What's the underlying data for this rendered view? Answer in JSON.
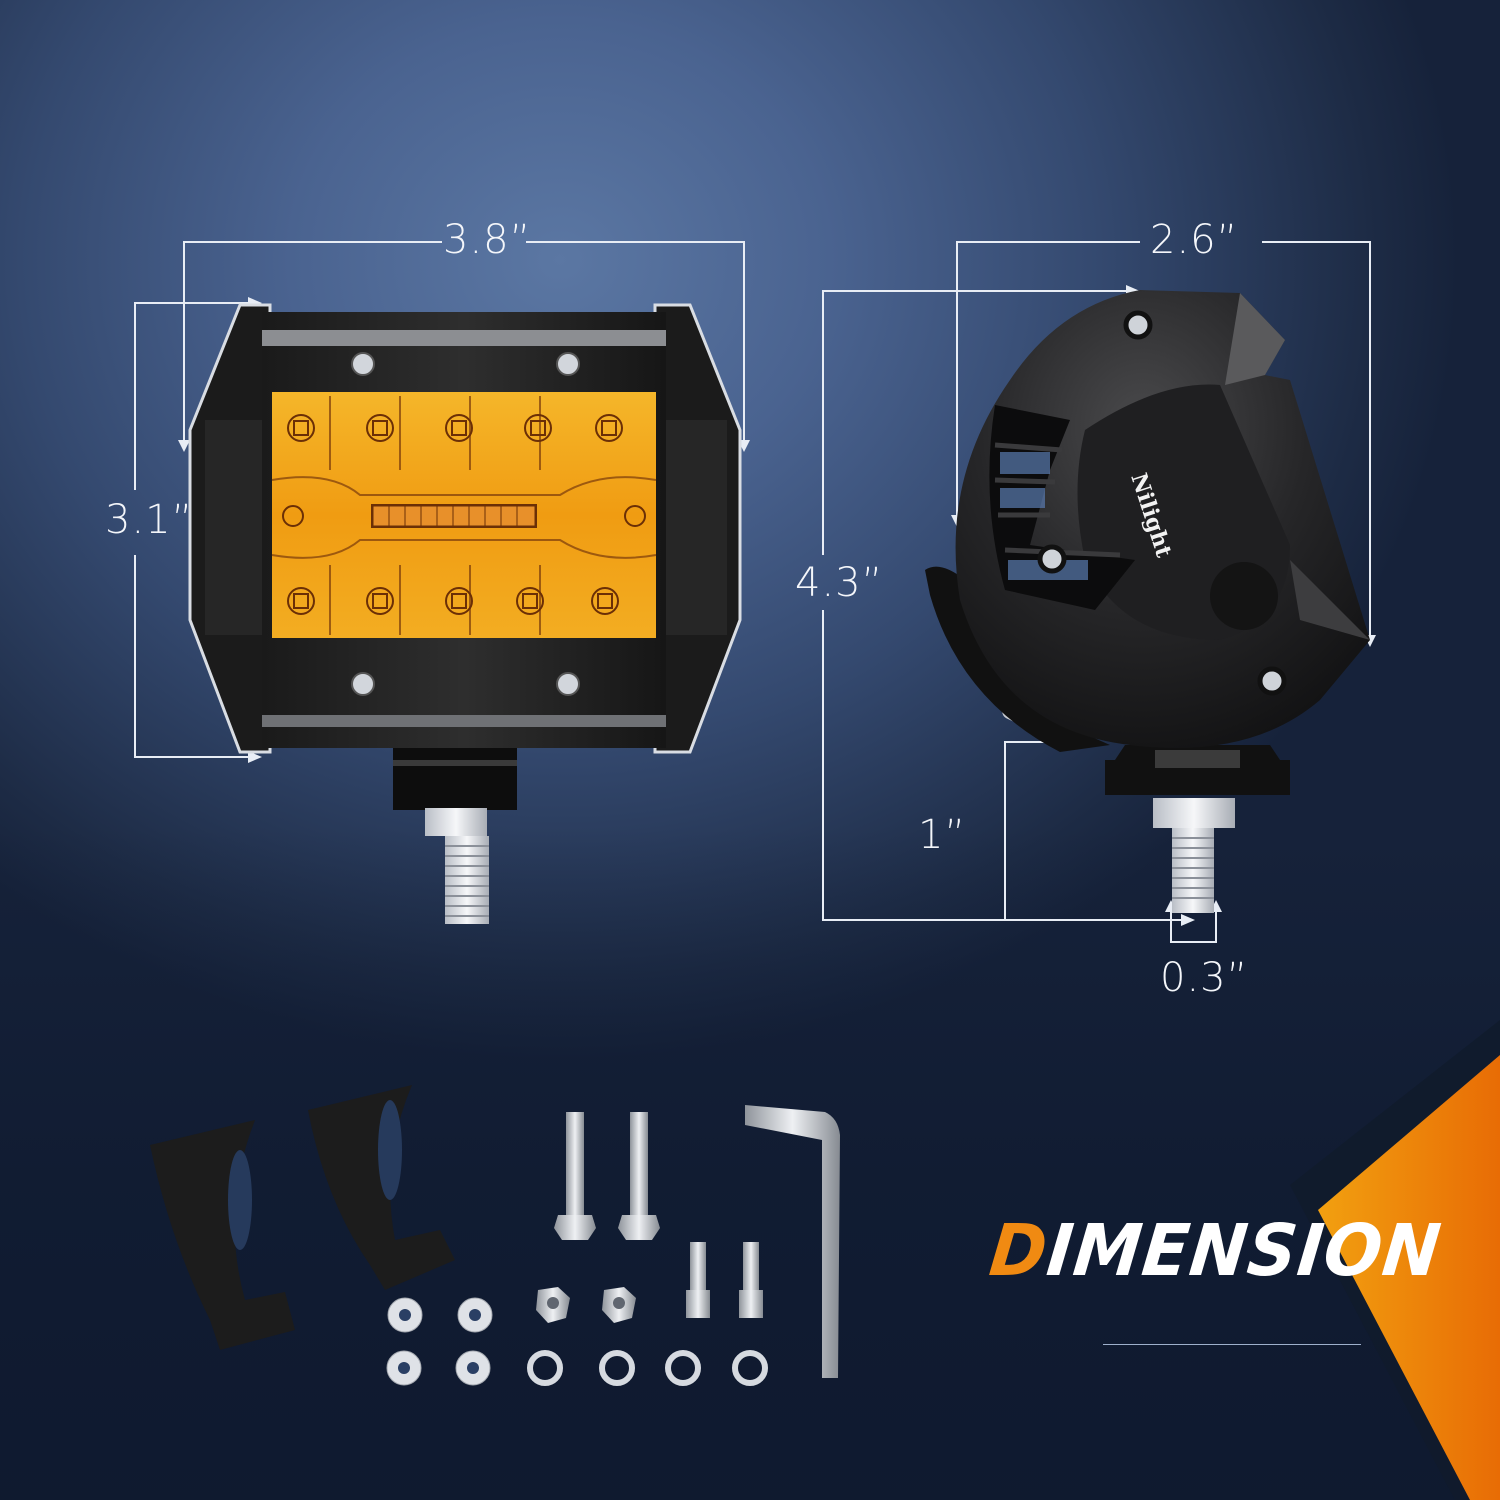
{
  "title": {
    "first_letter": "D",
    "rest": "IMENSION",
    "accent_color": "#f08a12",
    "text_color": "#ffffff"
  },
  "brand": {
    "logo_text": "Nilight"
  },
  "front_view": {
    "width_label": "3.8”",
    "height_label": "3.1”",
    "lens_color": "#f2a81a",
    "led_rows": [
      {
        "name": "top-row",
        "count": 5
      },
      {
        "name": "center-strip",
        "count": 10
      },
      {
        "name": "bottom-row",
        "count": 5
      }
    ]
  },
  "side_view": {
    "depth_label": "2.6”",
    "height_label": "4.3”",
    "bolt_length_label": "1”",
    "bolt_diameter_label": "0.3”"
  },
  "accessories": {
    "brackets": 2,
    "long_screws": 2,
    "hex_nuts": 2,
    "socket_cap_screws": 2,
    "flat_washers": 4,
    "spring_washers": 4,
    "hex_key": 1
  },
  "colors": {
    "background_center": "#5b77a3",
    "background_edge": "#16223a",
    "wedge_orange": "#ef8a0c",
    "dimension_lines": "#e8edf5"
  }
}
